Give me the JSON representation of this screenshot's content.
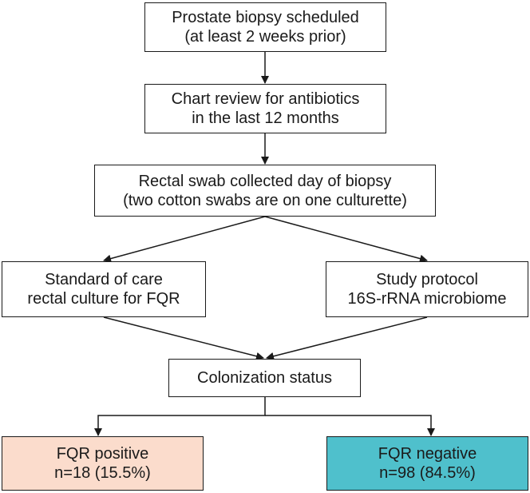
{
  "flowchart": {
    "steps": [
      {
        "id": "scheduled",
        "lines": [
          "Prostate biopsy scheduled",
          "(at least 2 weeks prior)"
        ]
      },
      {
        "id": "chart-review",
        "lines": [
          "Chart review for antibiotics",
          "in the last 12 months"
        ]
      },
      {
        "id": "rectal-swab",
        "lines": [
          "Rectal swab collected day of biopsy",
          "(two cotton swabs are on one culturette)"
        ]
      },
      {
        "id": "standard-care",
        "lines": [
          "Standard of care",
          "rectal culture for FQR"
        ]
      },
      {
        "id": "study-protocol",
        "lines": [
          "Study protocol",
          "16S-rRNA microbiome"
        ]
      },
      {
        "id": "colonization",
        "lines": [
          "Colonization status"
        ]
      },
      {
        "id": "fqr-positive",
        "lines": [
          "FQR positive",
          "n=18 (15.5%)"
        ],
        "fill": "#fbdccc"
      },
      {
        "id": "fqr-negative",
        "lines": [
          "FQR negative",
          "n=98 (84.5%)"
        ],
        "fill": "#4fc0cc"
      }
    ]
  }
}
